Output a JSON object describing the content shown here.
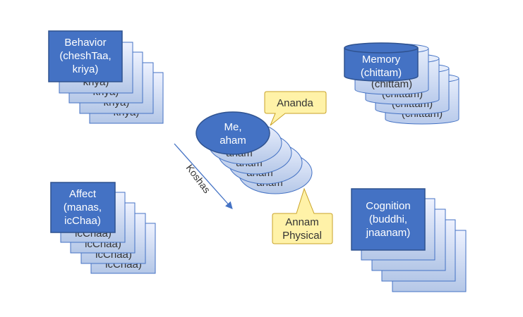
{
  "behavior": {
    "lines": [
      "Behavior",
      "(cheshTaa,",
      "kriya)"
    ],
    "stack_peek": "kriya)"
  },
  "affect": {
    "lines": [
      "Affect",
      "(manas,",
      "icChaa)"
    ],
    "stack_peek": "icChaa)"
  },
  "memory": {
    "lines": [
      "Memory",
      "(chittam)"
    ],
    "stack_peek": "(chittam)"
  },
  "cognition": {
    "lines": [
      "Cognition",
      "(buddhi,",
      "jnaanam)"
    ]
  },
  "self": {
    "lines": [
      "Me,",
      "aham"
    ],
    "stack_peek": "aham"
  },
  "callout_top": "Ananda",
  "callout_bottom": {
    "lines": [
      "Annam",
      "Physical"
    ]
  },
  "arrow_label": "Koshas",
  "colors": {
    "front_fill": "#4472C4",
    "front_stroke": "#2F528F",
    "back_fill_light": "#EEF2FF",
    "back_fill_dark": "#B4C7E7",
    "back_stroke": "#4472C4",
    "callout_fill": "#FFF2A8",
    "callout_stroke": "#C9A227",
    "arrow": "#4472C4"
  }
}
